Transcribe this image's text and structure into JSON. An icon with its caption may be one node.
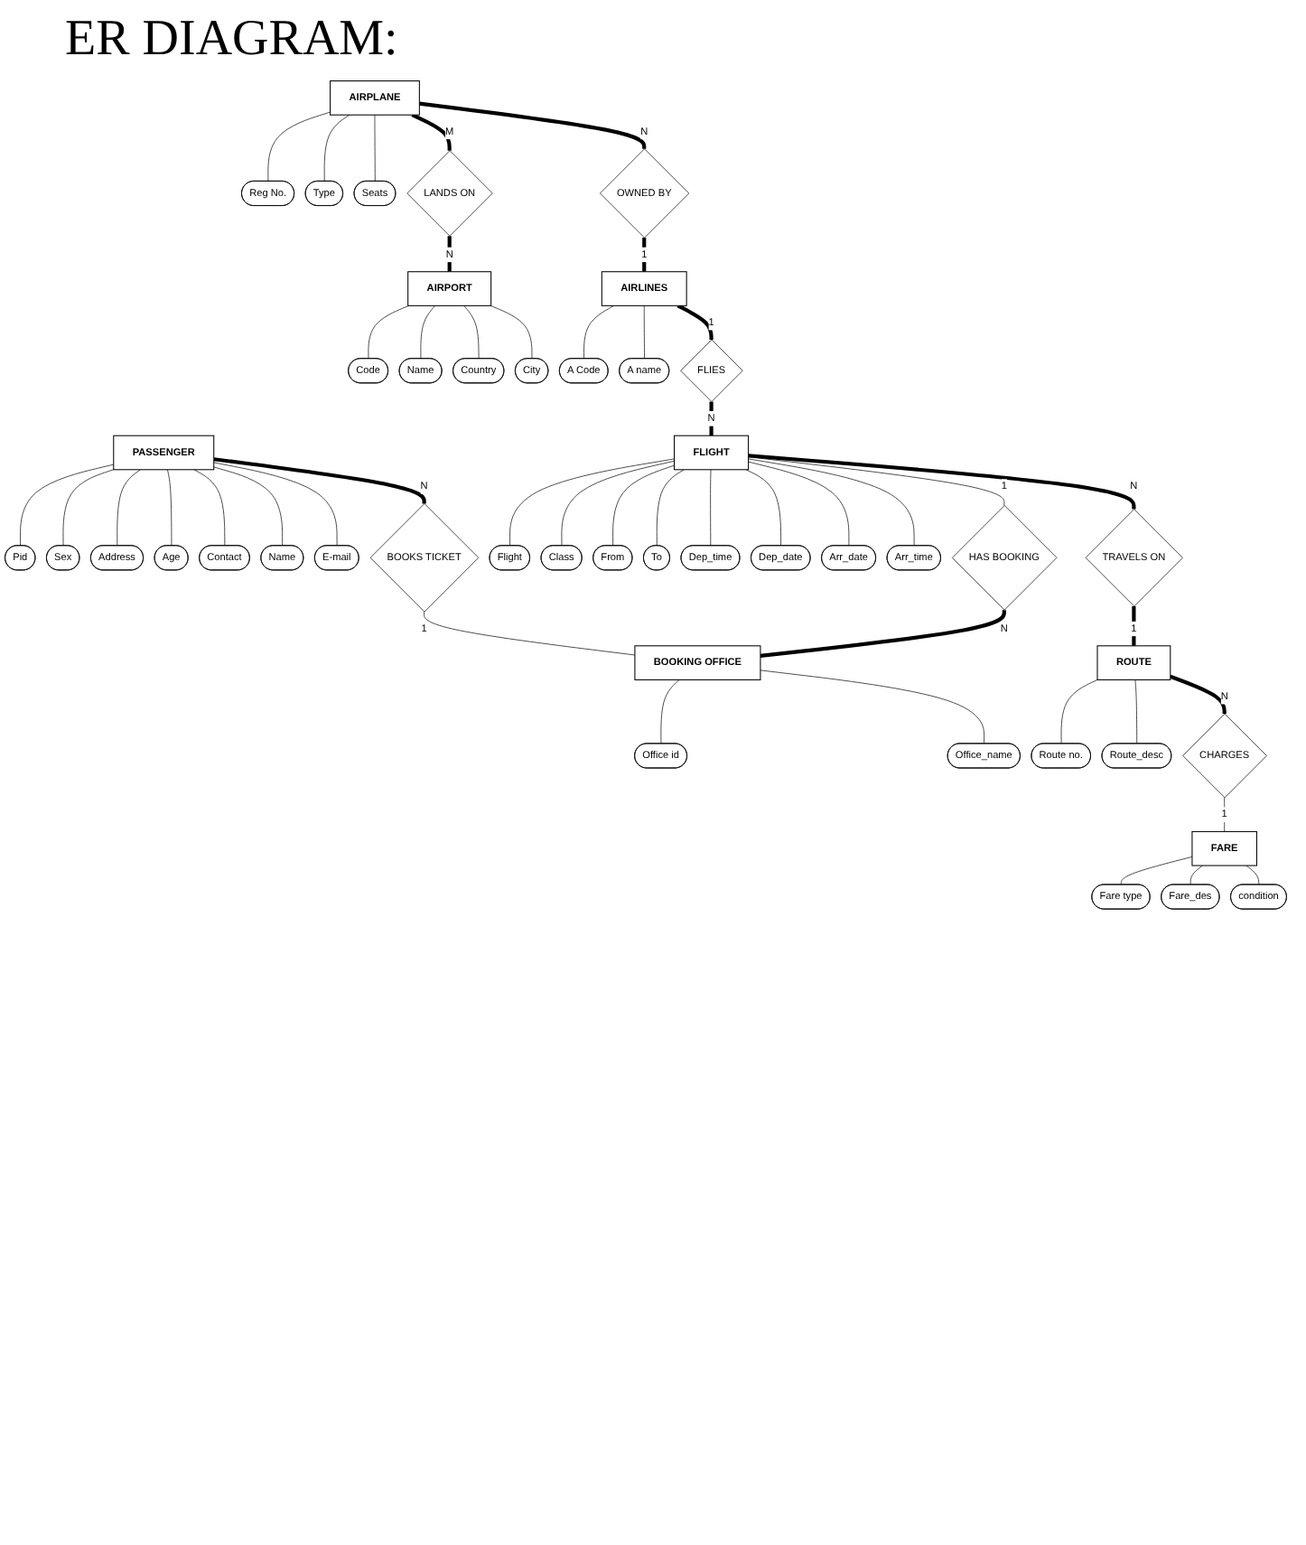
{
  "diagram": {
    "title": "ER DIAGRAM:",
    "nodes": [
      {
        "text": [
          "AIRPLANE"
        ]
      },
      {
        "text": [
          "Reg No."
        ]
      },
      {
        "text": [
          "Type"
        ]
      },
      {
        "text": [
          "Seats"
        ]
      },
      {
        "text": [
          "LANDS ON"
        ]
      },
      {
        "text": [
          "AIRPORT"
        ]
      },
      {
        "text": [
          "Code"
        ]
      },
      {
        "text": [
          "Name"
        ]
      },
      {
        "text": [
          "Country"
        ]
      },
      {
        "text": [
          "City"
        ]
      },
      {
        "text": [
          "OWNED BY"
        ]
      },
      {
        "text": [
          "AIRLINES"
        ]
      },
      {
        "text": [
          "A Code"
        ]
      },
      {
        "text": [
          "A name"
        ]
      },
      {
        "text": [
          "FLIES"
        ]
      },
      {
        "text": [
          "PASSENGER"
        ]
      },
      {
        "text": [
          "Pid"
        ]
      },
      {
        "text": [
          "Sex"
        ]
      },
      {
        "text": [
          "Address"
        ]
      },
      {
        "text": [
          "Age"
        ]
      },
      {
        "text": [
          "Contact"
        ]
      },
      {
        "text": [
          "Name"
        ]
      },
      {
        "text": [
          "E-mail"
        ]
      },
      {
        "text": [
          "FLIGHT"
        ]
      },
      {
        "text": [
          "Flight"
        ]
      },
      {
        "text": [
          "Class"
        ]
      },
      {
        "text": [
          "From"
        ]
      },
      {
        "text": [
          "To"
        ]
      },
      {
        "text": [
          "Dep_time"
        ]
      },
      {
        "text": [
          "Dep_date"
        ]
      },
      {
        "text": [
          "Arr_date"
        ]
      },
      {
        "text": [
          "Arr_time"
        ]
      },
      {
        "text": [
          "HAS BOOKING"
        ]
      },
      {
        "text": [
          "BOOKS TICKET"
        ]
      },
      {
        "text": [
          "BOOKING OFFICE"
        ]
      },
      {
        "text": [
          "Office id"
        ]
      },
      {
        "text": [
          "Office_name"
        ]
      },
      {
        "text": [
          "TRAVELS ON"
        ]
      },
      {
        "text": [
          "ROUTE"
        ]
      },
      {
        "text": [
          "Route no."
        ]
      },
      {
        "text": [
          "Route_desc"
        ]
      },
      {
        "text": [
          "CHARGES"
        ]
      },
      {
        "text": [
          "FARE"
        ]
      },
      {
        "text": [
          "Fare type"
        ]
      },
      {
        "text": [
          "Fare_des"
        ]
      },
      {
        "text": [
          "condition"
        ]
      }
    ],
    "edges": [
      {
        "from": 0,
        "to": 1,
        "arrow": "none"
      },
      {
        "from": 0,
        "to": 2,
        "arrow": "none"
      },
      {
        "from": 0,
        "to": 3,
        "arrow": "none"
      },
      {
        "from": 0,
        "to": 4,
        "arrow": "none",
        "label": "M",
        "style": "thick"
      },
      {
        "from": 4,
        "to": 5,
        "arrow": "none",
        "label": "N",
        "style": "thick"
      },
      {
        "from": 5,
        "to": 6,
        "arrow": "none"
      },
      {
        "from": 5,
        "to": 7,
        "arrow": "none"
      },
      {
        "from": 5,
        "to": 8,
        "arrow": "none"
      },
      {
        "from": 5,
        "to": 9,
        "arrow": "none"
      },
      {
        "from": 0,
        "to": 10,
        "arrow": "none",
        "label": "N",
        "style": "thick"
      },
      {
        "from": 10,
        "to": 11,
        "arrow": "none",
        "label": "1",
        "style": "thick"
      },
      {
        "from": 11,
        "to": 12,
        "arrow": "none"
      },
      {
        "from": 11,
        "to": 13,
        "arrow": "none"
      },
      {
        "from": 11,
        "to": 14,
        "arrow": "none",
        "label": "1",
        "style": "thick"
      },
      {
        "from": 14,
        "to": 23,
        "arrow": "none",
        "label": "N",
        "style": "thick"
      },
      {
        "from": 15,
        "to": 16,
        "arrow": "none"
      },
      {
        "from": 15,
        "to": 17,
        "arrow": "none"
      },
      {
        "from": 15,
        "to": 18,
        "arrow": "none"
      },
      {
        "from": 15,
        "to": 19,
        "arrow": "none"
      },
      {
        "from": 15,
        "to": 20,
        "arrow": "none"
      },
      {
        "from": 15,
        "to": 21,
        "arrow": "none"
      },
      {
        "from": 15,
        "to": 22,
        "arrow": "none"
      },
      {
        "from": 23,
        "to": 24,
        "arrow": "none"
      },
      {
        "from": 23,
        "to": 25,
        "arrow": "none"
      },
      {
        "from": 23,
        "to": 26,
        "arrow": "none"
      },
      {
        "from": 23,
        "to": 27,
        "arrow": "none"
      },
      {
        "from": 23,
        "to": 28,
        "arrow": "none"
      },
      {
        "from": 23,
        "to": 29,
        "arrow": "none"
      },
      {
        "from": 23,
        "to": 30,
        "arrow": "none"
      },
      {
        "from": 23,
        "to": 31,
        "arrow": "none"
      },
      {
        "from": 23,
        "to": 32,
        "arrow": "none",
        "label": "1"
      },
      {
        "from": 32,
        "to": 34,
        "arrow": "none",
        "label": "N",
        "style": "thick"
      },
      {
        "from": 15,
        "to": 33,
        "arrow": "none",
        "label": "N",
        "style": "thick"
      },
      {
        "from": 33,
        "to": 34,
        "arrow": "none",
        "label": "1"
      },
      {
        "from": 34,
        "to": 35,
        "arrow": "none"
      },
      {
        "from": 34,
        "to": 36,
        "arrow": "none"
      },
      {
        "from": 23,
        "to": 37,
        "arrow": "none",
        "label": "N",
        "style": "thick"
      },
      {
        "from": 37,
        "to": 38,
        "arrow": "none",
        "label": "1",
        "style": "thick"
      },
      {
        "from": 38,
        "to": 39,
        "arrow": "none"
      },
      {
        "from": 38,
        "to": 40,
        "arrow": "none"
      },
      {
        "from": 38,
        "to": 41,
        "arrow": "none",
        "label": "N",
        "style": "thick"
      },
      {
        "from": 41,
        "to": 42,
        "arrow": "none",
        "label": "1"
      },
      {
        "from": 42,
        "to": 43,
        "arrow": "none"
      },
      {
        "from": 42,
        "to": 44,
        "arrow": "none"
      },
      {
        "from": 42,
        "to": 45,
        "arrow": "none"
      }
    ]
  }
}
